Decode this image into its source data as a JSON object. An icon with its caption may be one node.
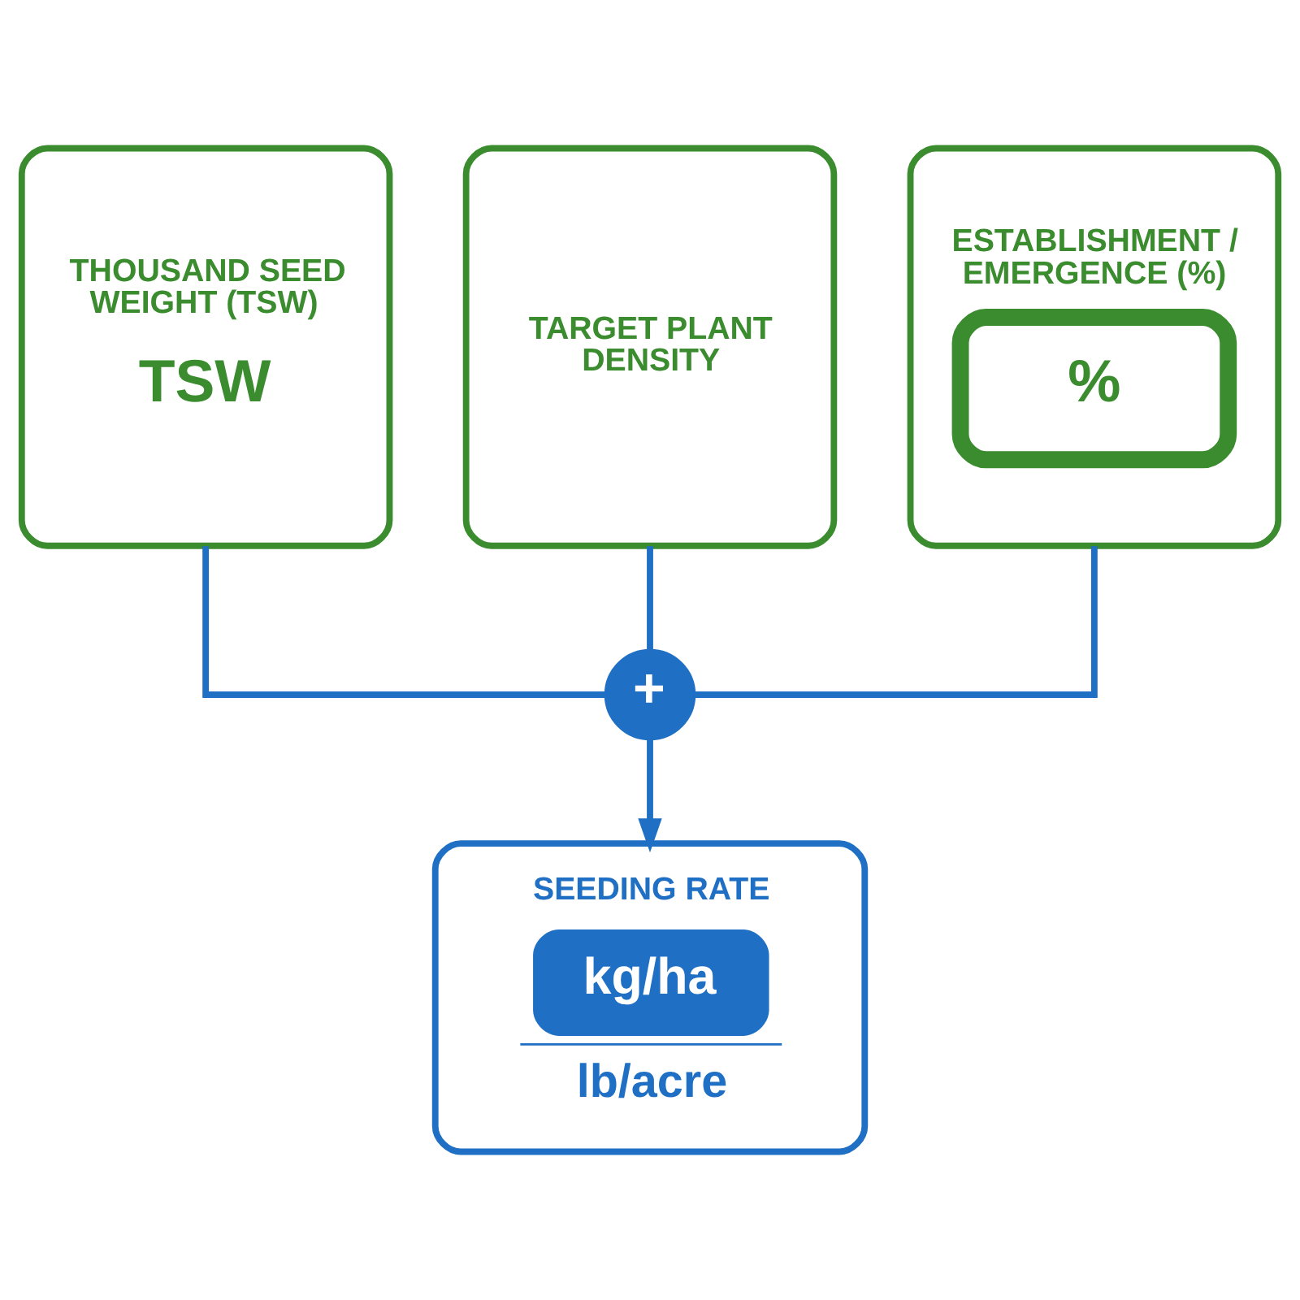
{
  "diagram": {
    "nodes": [
      {
        "text": [
          "THOUSAND SEED WEIGHT (TSW)",
          "TSW"
        ]
      },
      {
        "text": [
          "TARGET PLANT DENSITY"
        ]
      },
      {
        "text": [
          "ESTABLISHMENT / EMERGENCE (%)",
          "%"
        ]
      },
      {
        "text": [
          "+"
        ]
      },
      {
        "text": [
          "SEEDING RATE",
          "kg/ha",
          "lb/acre"
        ]
      }
    ],
    "edges": [
      {
        "from": 0,
        "to": 3,
        "arrow": "none"
      },
      {
        "from": 1,
        "to": 3,
        "arrow": "none"
      },
      {
        "from": 2,
        "to": 3,
        "arrow": "none"
      },
      {
        "from": 3,
        "to": 4,
        "arrow": "to"
      }
    ]
  }
}
